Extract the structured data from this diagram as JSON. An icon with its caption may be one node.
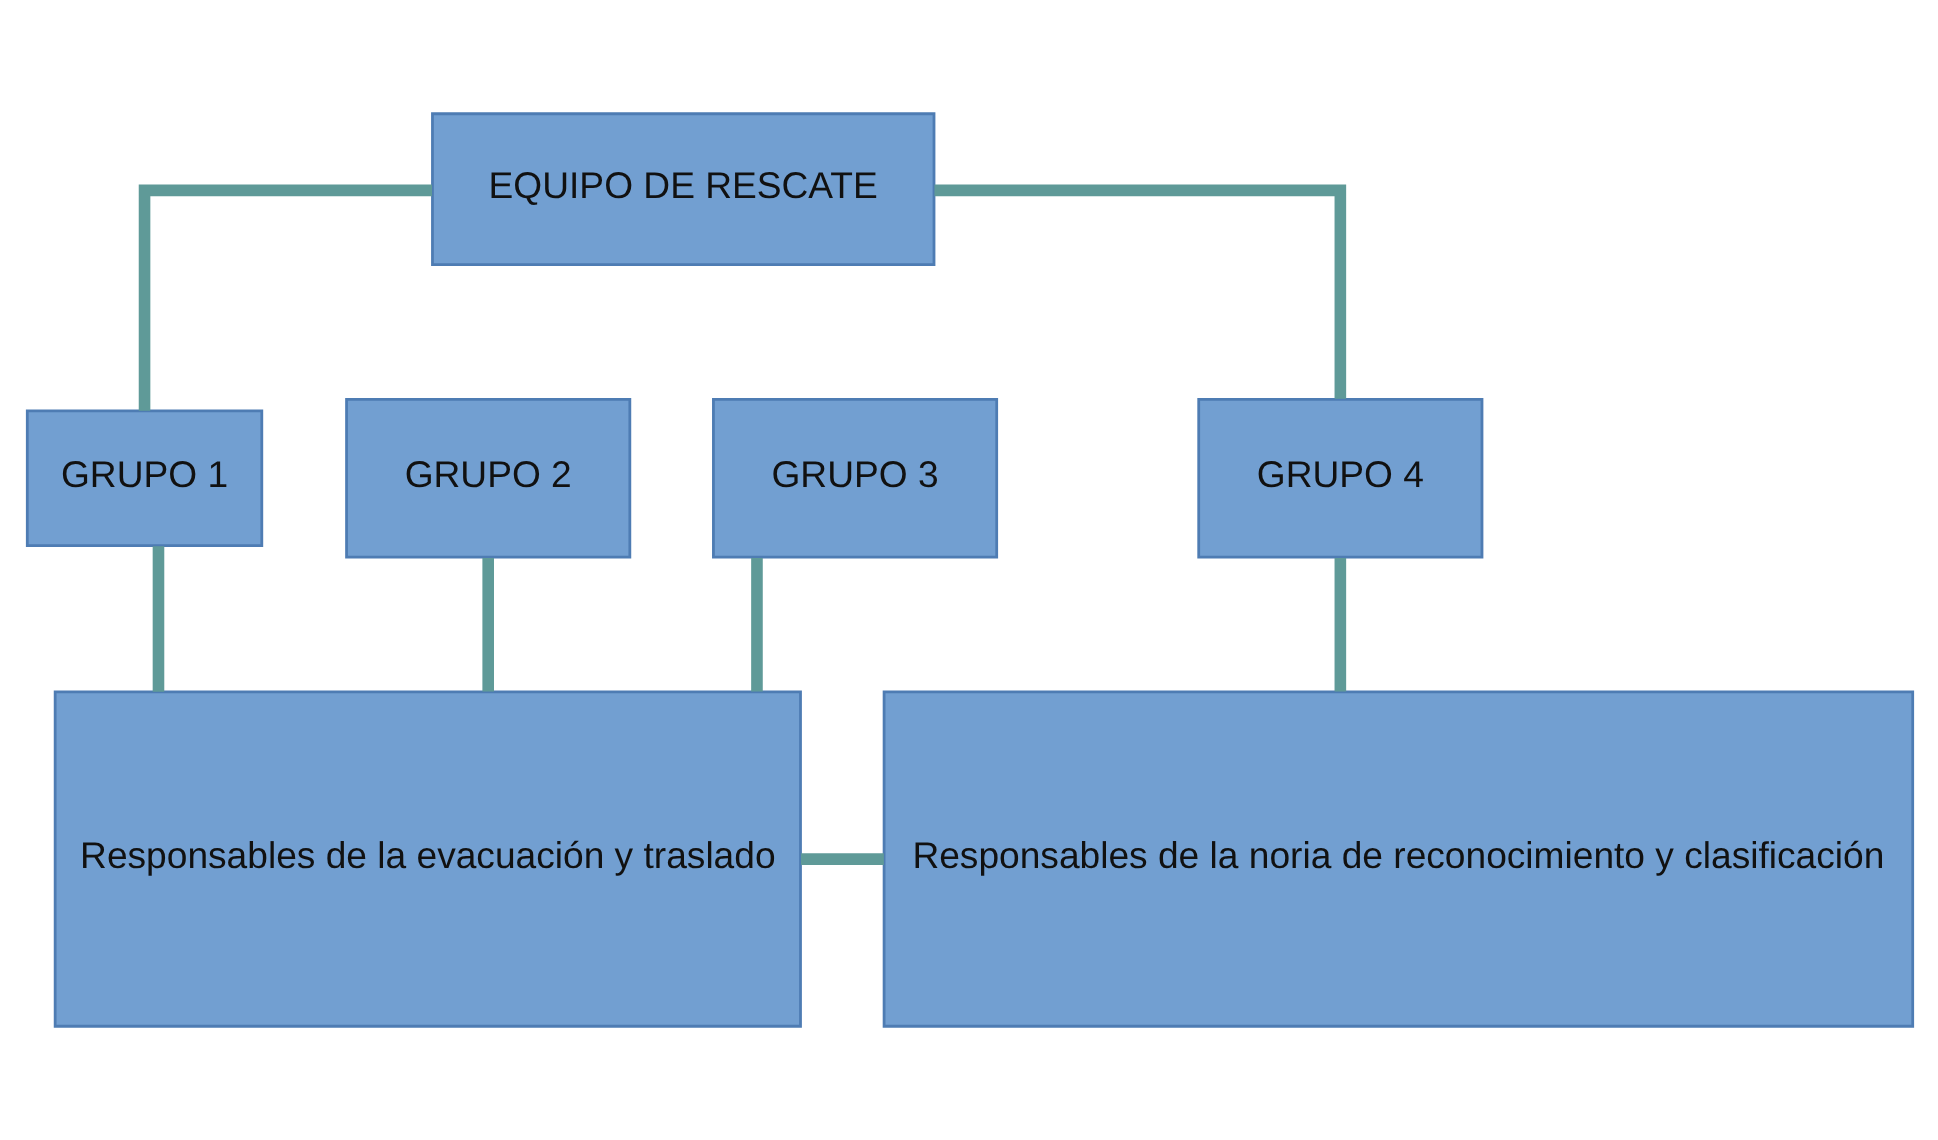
{
  "diagram": {
    "nodes": [
      {
        "text": [
          "EQUIPO DE RESCATE"
        ]
      },
      {
        "text": [
          "GRUPO 1"
        ]
      },
      {
        "text": [
          "GRUPO 2"
        ]
      },
      {
        "text": [
          "GRUPO 3"
        ]
      },
      {
        "text": [
          "GRUPO 4"
        ]
      },
      {
        "text": [
          "Responsables de la evacuación y traslado"
        ]
      },
      {
        "text": [
          "Responsables de la noria de reconocimiento y clasificación"
        ]
      }
    ],
    "edges": [
      {
        "from": 0,
        "to": 1,
        "arrow": "none"
      },
      {
        "from": 0,
        "to": 4,
        "arrow": "none"
      },
      {
        "from": 1,
        "to": 5,
        "arrow": "none"
      },
      {
        "from": 2,
        "to": 5,
        "arrow": "none"
      },
      {
        "from": 3,
        "to": 5,
        "arrow": "none"
      },
      {
        "from": 4,
        "to": 6,
        "arrow": "none"
      },
      {
        "from": 5,
        "to": 6,
        "arrow": "none"
      }
    ]
  }
}
